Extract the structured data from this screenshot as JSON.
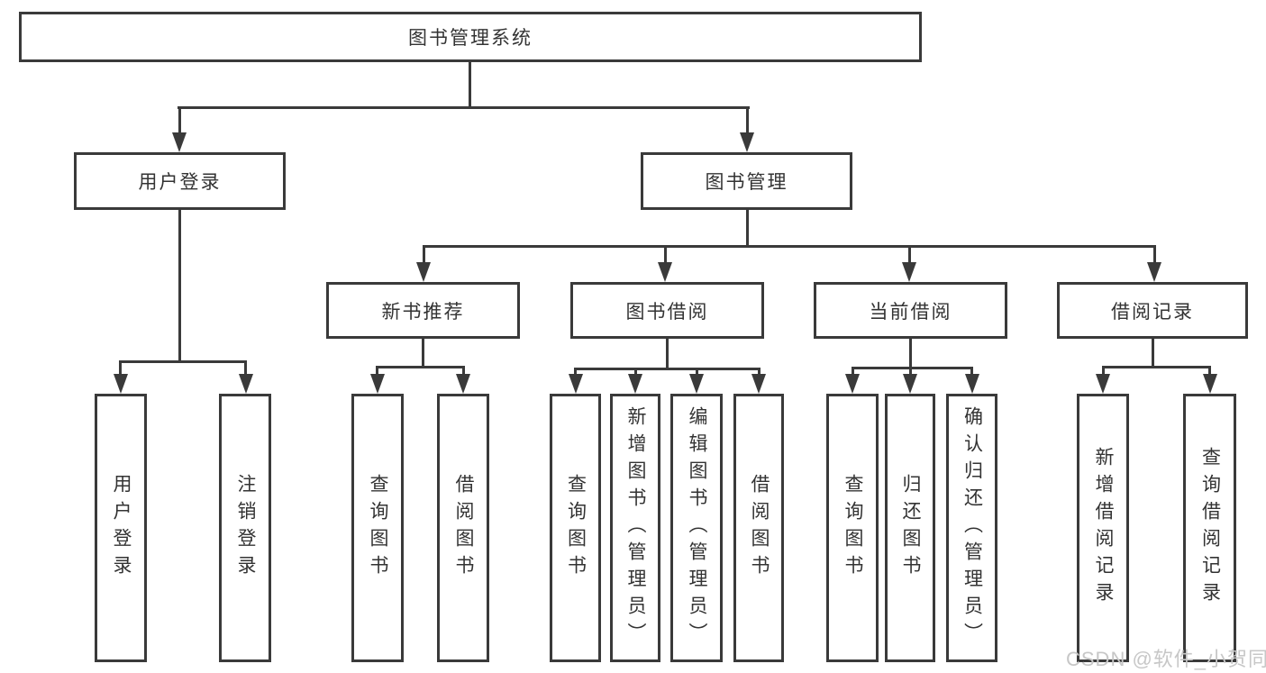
{
  "nodes": {
    "root": "图书管理系统",
    "level2": [
      "用户登录",
      "图书管理"
    ],
    "level3": [
      "新书推荐",
      "图书借阅",
      "当前借阅",
      "借阅记录"
    ],
    "leaves": [
      "用户登录",
      "注销登录",
      "查询图书",
      "借阅图书",
      "查询图书",
      "新增图书（管理员）",
      "编辑图书（管理员）",
      "借阅图书",
      "查询图书",
      "归还图书",
      "确认归还（管理员）",
      "新增借阅记录",
      "查询借阅记录"
    ]
  },
  "watermark": "CSDN @软件_小贺同学",
  "colors": {
    "line": "#3a3a3a",
    "text": "#333333",
    "watermark": "#c7c7c7",
    "background": "#ffffff"
  }
}
